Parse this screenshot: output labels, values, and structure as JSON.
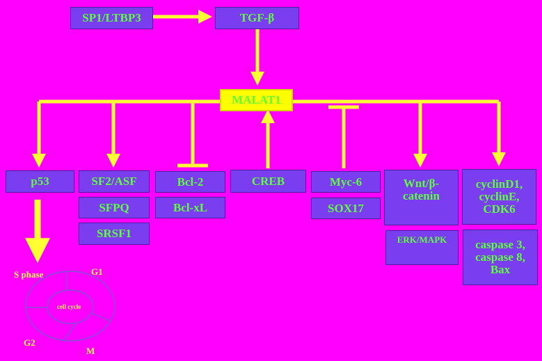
{
  "nodes": {
    "sp1_ltbp3": "SP1/LTBP3",
    "tgf_beta": "TGF-β",
    "malat1": "MALAT1",
    "p53": "p53",
    "sf2_asf": "SF2/ASF",
    "sfpq": "SFPQ",
    "srsf1": "SRSF1",
    "bcl2": "Bcl-2",
    "bclxl": "Bcl-xL",
    "creb": "CREB",
    "myc6": "Myc-6",
    "sox17": "SOX17",
    "wnt": "Wnt/β-\ncatenin",
    "erk": "ERK/MAPK",
    "cyclin": "cyclinD1,\ncyclinE,\nCDK6",
    "caspase": "caspase 3,\ncaspase 8,\nBax"
  },
  "cell_cycle": {
    "center": "cell cycle",
    "s_phase": "S phase",
    "g1": "G1",
    "g2": "G2",
    "m": "M"
  },
  "colors": {
    "background": "#ff00ff",
    "arrow": "#ffff33",
    "box_fill": "#7a3df0",
    "box_text": "#5cff3a",
    "center_fill": "#ffff00"
  }
}
